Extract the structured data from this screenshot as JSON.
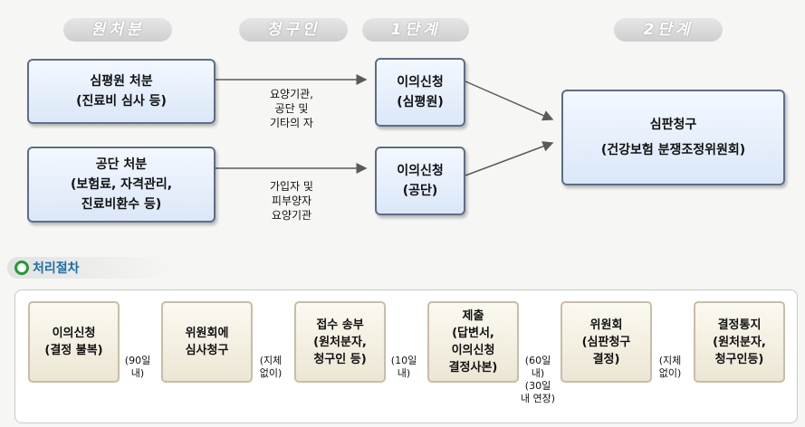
{
  "headers": {
    "original_disposition": "원처분",
    "claimant": "청구인",
    "stage1": "1단계",
    "stage2": "2단계"
  },
  "top_flow": {
    "hira_disposition": {
      "line1": "심평원 처분",
      "line2": "(진료비 심사 등)"
    },
    "hira_claimants": {
      "line1": "요양기관,",
      "line2": "공단 및",
      "line3": "기타의 자"
    },
    "hira_objection": {
      "line1": "이의신청",
      "line2": "(심평원)"
    },
    "nhis_disposition": {
      "line1": "공단 처분",
      "line2": "(보험료, 자격관리,",
      "line3": "진료비환수 등)"
    },
    "nhis_claimants": {
      "line1": "가입자 및",
      "line2": "피부양자",
      "line3": "요양기관"
    },
    "nhis_objection": {
      "line1": "이의신청",
      "line2": "(공단)"
    },
    "adjudication": {
      "line1": "심판청구",
      "line2": "(건강보험 분쟁조정위원회)"
    }
  },
  "process_section": {
    "title": "처리절차",
    "steps": [
      {
        "line1": "이의신청",
        "line2": "(결정 불복)"
      },
      {
        "line1": "위원회에",
        "line2": "심사청구"
      },
      {
        "line1": "접수 송부",
        "line2": "(원처분자,",
        "line3": "청구인 등)"
      },
      {
        "line1": "제출",
        "line2": "(답변서,",
        "line3": "이의신청",
        "line4": "결정사본)"
      },
      {
        "line1": "위원회",
        "line2": "(심판청구",
        "line3": "결정)"
      },
      {
        "line1": "결정통지",
        "line2": "(원처분자,",
        "line3": "청구인등)"
      }
    ],
    "intervals": [
      {
        "line1": "(90일",
        "line2": "내)"
      },
      {
        "line1": "(지체",
        "line2": "없이)"
      },
      {
        "line1": "(10일",
        "line2": "내)"
      },
      {
        "line1": "(60일",
        "line2": "내)",
        "line3": "(30일",
        "line4": "내 연장)"
      },
      {
        "line1": "(지체",
        "line2": "없이)"
      }
    ]
  },
  "colors": {
    "box_border": "#5c6e88",
    "box_fill": "#dbe7f8",
    "step_border": "#c8bda6",
    "step_fill": "#ece6d4",
    "section_title": "#1c6ea8",
    "bullet": "#1f9c33",
    "arrow": "#5a5a5a"
  }
}
